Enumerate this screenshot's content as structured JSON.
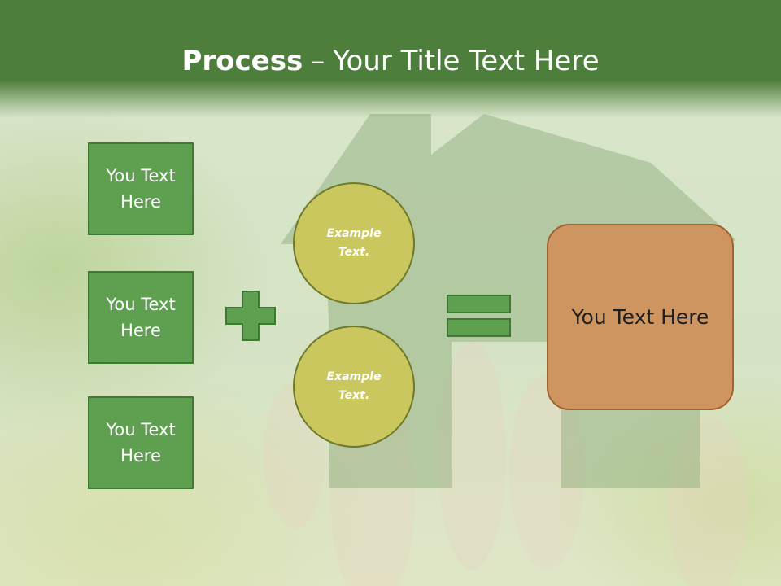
{
  "title": {
    "bold": "Process",
    "separator": "–",
    "rest": "Your Title Text Here"
  },
  "inputs": [
    {
      "text": "You Text Here"
    },
    {
      "text": "You Text Here"
    },
    {
      "text": "You Text Here"
    }
  ],
  "circles": [
    {
      "text": "Example Text."
    },
    {
      "text": "Example Text."
    }
  ],
  "result": {
    "text": "You Text Here"
  },
  "colors": {
    "header": "#4e7e3c",
    "box_fill": "#5fa050",
    "box_border": "#3f7a35",
    "circle_fill": "#c9c75e",
    "circle_border": "#6d7a2c",
    "result_fill": "#cf9560",
    "result_border": "#a3622f"
  },
  "icons": {
    "plus": "plus-icon",
    "equals": "equals-icon"
  }
}
